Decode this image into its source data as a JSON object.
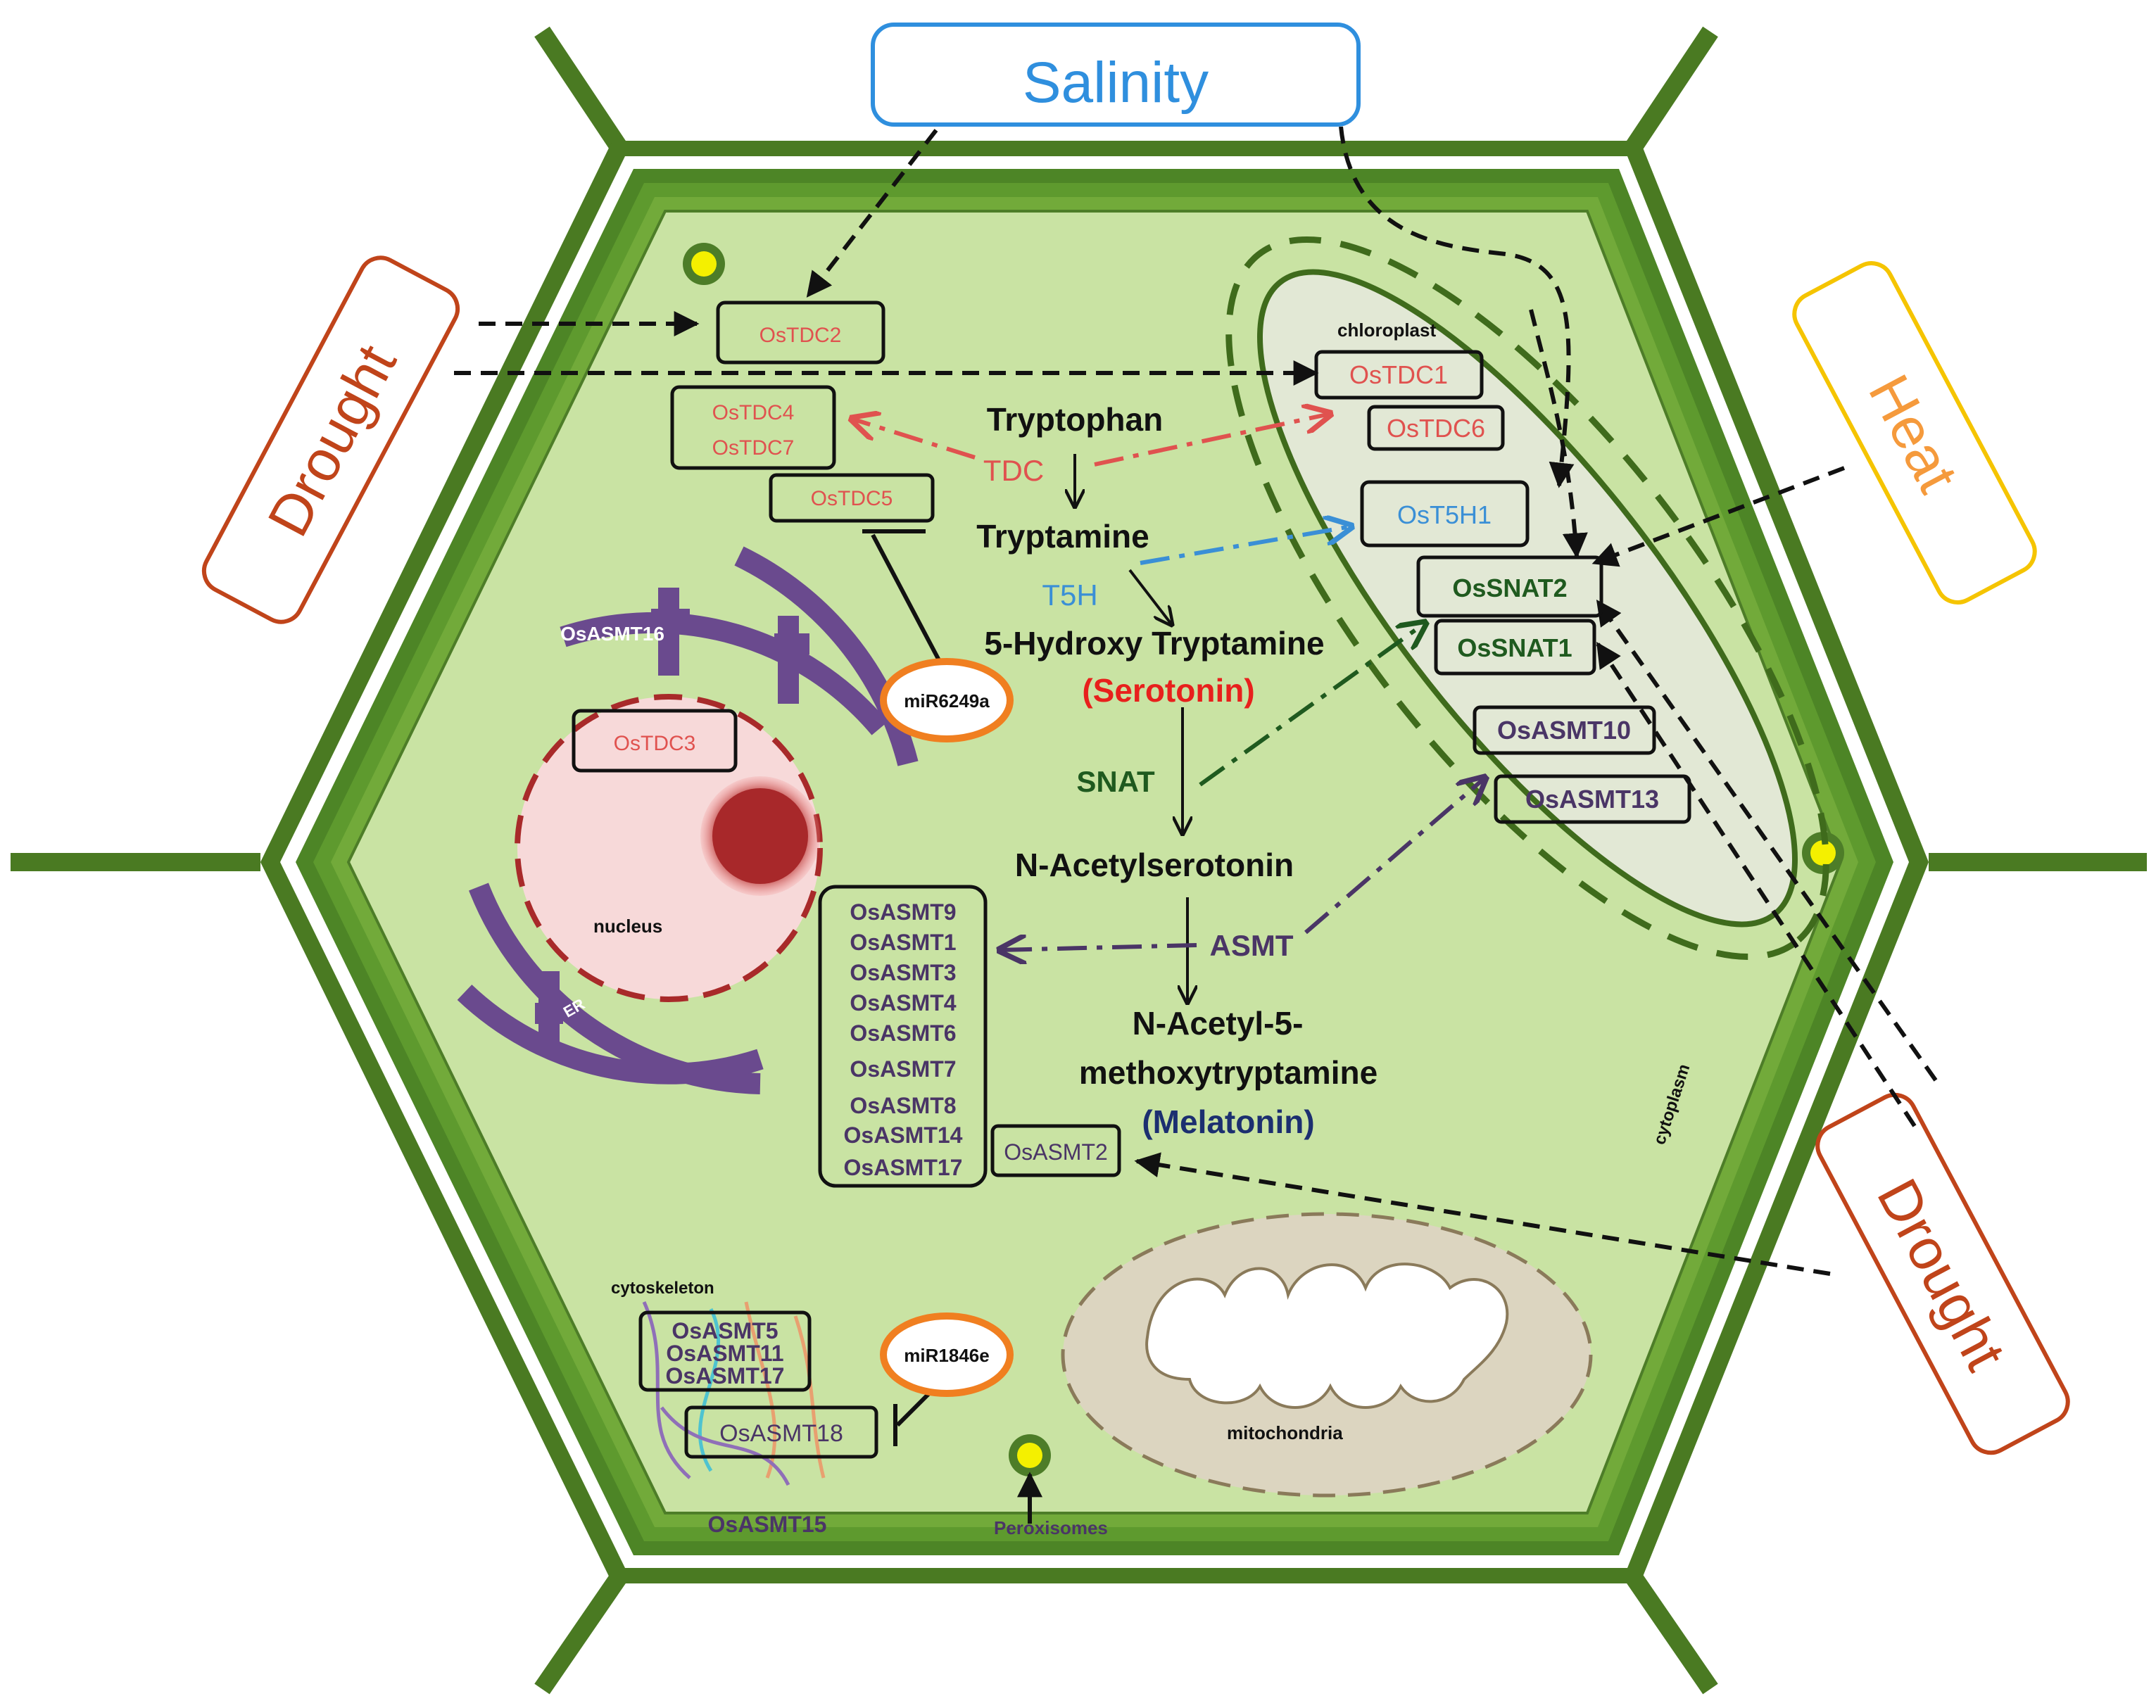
{
  "stresses": {
    "salinity": "Salinity",
    "drought_left": "Drought",
    "heat": "Heat",
    "drought_right": "Drought"
  },
  "organelles": {
    "chloroplast": "chloroplast",
    "nucleus": "nucleus",
    "er": "ER",
    "cytoplasm": "cytoplasm",
    "mitochondria": "mitochondria",
    "cytoskeleton": "cytoskeleton",
    "peroxisomes": "Peroxisomes"
  },
  "pathway": {
    "tryptophan": "Tryptophan",
    "tdc": "TDC",
    "tryptamine": "Tryptamine",
    "t5h": "T5H",
    "hydroxy": "5-Hydroxy Tryptamine",
    "serotonin": "(Serotonin)",
    "snat": "SNAT",
    "n_acetylserotonin": "N-Acetylserotonin",
    "asmt": "ASMT",
    "melatonin_line1": "N-Acetyl-5-",
    "melatonin_line2": "methoxytryptamine",
    "melatonin": "(Melatonin)"
  },
  "genes": {
    "ostdc2": "OsTDC2",
    "ostdc4": "OsTDC4",
    "ostdc7": "OsTDC7",
    "ostdc5": "OsTDC5",
    "ostdc3": "OsTDC3",
    "ostdc1": "OsTDC1",
    "ostdc6": "OsTDC6",
    "ost5h1": "OsT5H1",
    "ossnat2": "OsSNAT2",
    "ossnat1": "OsSNAT1",
    "osasmt10": "OsASMT10",
    "osasmt13": "OsASMT13",
    "osasmt16": "OsASMT16",
    "osasmt2": "OsASMT2",
    "osasmt15": "OsASMT15",
    "osasmt18": "OsASMT18",
    "cyto_list": [
      "OsASMT5",
      "OsASMT11",
      "OsASMT17"
    ],
    "asmt_list": [
      "OsASMT9",
      "OsASMT1",
      "OsASMT3",
      "OsASMT4",
      "OsASMT6",
      "OsASMT7",
      "OsASMT8",
      "OsASMT14",
      "OsASMT17"
    ]
  },
  "mirnas": {
    "mir6249a": "miR6249a",
    "mir1846e": "miR1846e"
  },
  "colors": {
    "cell_wall": "#4a7a22",
    "cytoplasm": "#c9e3a3",
    "tdc": "#e0524f",
    "t5h": "#3a8fd6",
    "snat": "#1f5a1f",
    "asmt": "#4a3566",
    "serotonin": "#e8201c",
    "melatonin": "#1c2f70",
    "salinity": "#2f8fde",
    "heat": "#f59a3c",
    "drought": "#c0441a",
    "er": "#6a4a8e",
    "mirna_ring": "#f07f20"
  }
}
